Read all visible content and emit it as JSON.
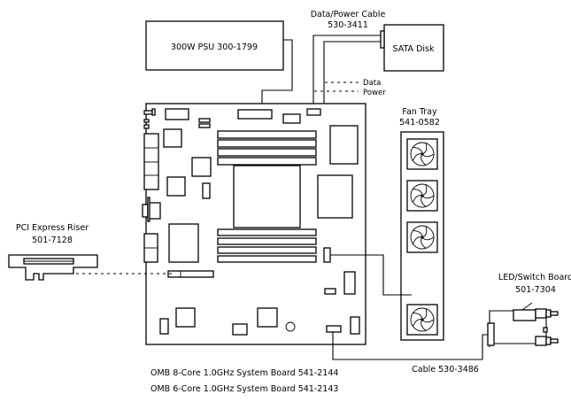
{
  "diagram": {
    "title": "System board cabling diagram",
    "colors": {
      "line": "#000000",
      "background": "#ffffff"
    },
    "psu": {
      "label": "300W PSU 300-1799"
    },
    "data_power_cable": {
      "title": "Data/Power Cable",
      "part": "530-3411"
    },
    "sata_disk": {
      "label": "SATA Disk"
    },
    "legend": {
      "data": "Data",
      "power": "Power"
    },
    "fan_tray": {
      "title": "Fan Tray",
      "part": "541-0582",
      "fan_count": 4
    },
    "pci_riser": {
      "title": "PCI Express Riser",
      "part": "501-7128"
    },
    "led_board": {
      "title": "LED/Switch Board",
      "part": "501-7304"
    },
    "led_cable": {
      "label": "Cable 530-3486"
    },
    "system_boards": [
      "OMB 8-Core 1.0GHz System Board 541-2144",
      "OMB 6-Core 1.0GHz System Board 541-2143"
    ]
  }
}
